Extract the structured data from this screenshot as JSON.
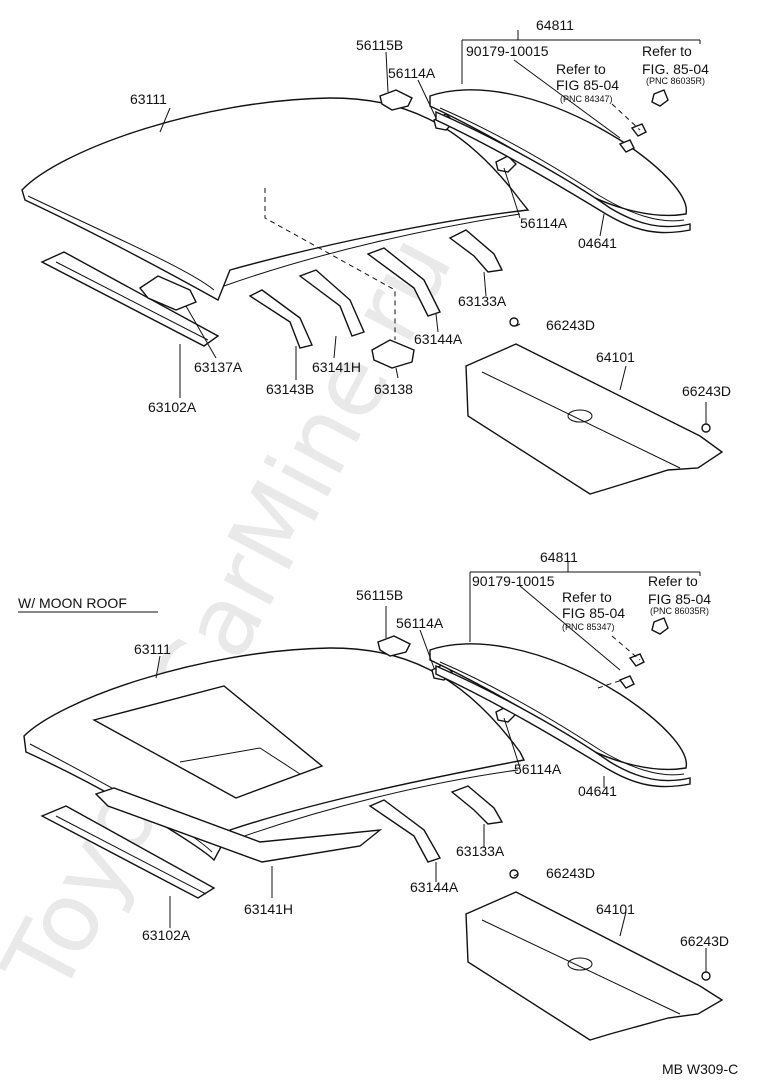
{
  "watermark": "ToyotaCarMine.ru",
  "top": {
    "p63111": "63111",
    "p56115B": "56115B",
    "p56114A_1": "56114A",
    "p64811": "64811",
    "p90179": "90179-10015",
    "ref1_a": "Refer to",
    "ref1_b": "FIG 85-04",
    "ref1_c": "(PNC 84347)",
    "ref2_a": "Refer to",
    "ref2_b": "FIG. 85-04",
    "ref2_c": "(PNC 86035R)",
    "p56114A_2": "56114A",
    "p04641": "04641",
    "p63133A": "63133A",
    "p63144A": "63144A",
    "p66243D_1": "66243D",
    "p64101": "64101",
    "p66243D_2": "66243D",
    "p63137A": "63137A",
    "p63141H": "63141H",
    "p63143B": "63143B",
    "p63138": "63138",
    "p63102A": "63102A"
  },
  "bottom": {
    "section_title": "W/ MOON ROOF",
    "p63111": "63111",
    "p56115B": "56115B",
    "p56114A_1": "56114A",
    "p64811": "64811",
    "p90179": "90179-10015",
    "ref1_a": "Refer to",
    "ref1_b": "FIG 85-04",
    "ref1_c": "(PNC 85347)",
    "ref2_a": "Refer to",
    "ref2_b": "FIG 85-04",
    "ref2_c": "(PNC 86035R)",
    "p56114A_2": "56114A",
    "p04641": "04641",
    "p63133A": "63133A",
    "p63144A": "63144A",
    "p66243D_1": "66243D",
    "p64101": "64101",
    "p66243D_2": "66243D",
    "p63141H": "63141H",
    "p63102A": "63102A"
  },
  "footer_code": "MB W309-C"
}
